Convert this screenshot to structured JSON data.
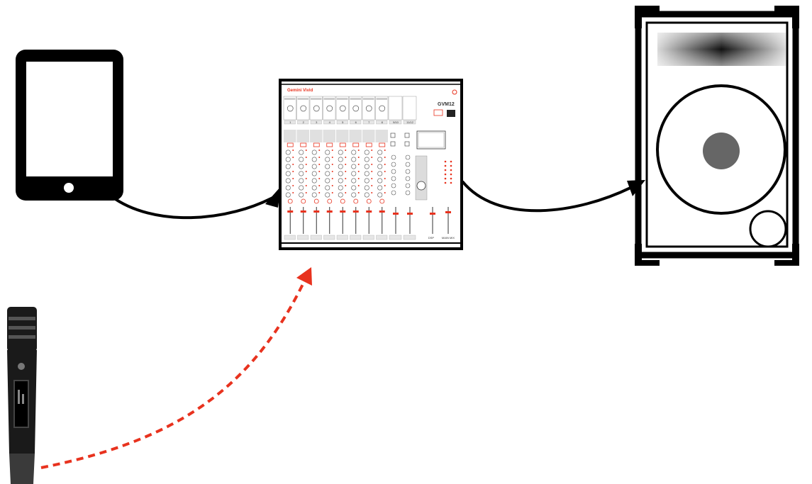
{
  "diagram": {
    "nodes": [
      {
        "id": "tablet",
        "kind": "tablet",
        "icon": "tablet-icon"
      },
      {
        "id": "mixer",
        "kind": "mixing-console",
        "icon": "mixer-icon"
      },
      {
        "id": "speaker",
        "kind": "loudspeaker",
        "icon": "speaker-icon"
      },
      {
        "id": "microphone",
        "kind": "wireless-microphone",
        "icon": "microphone-icon"
      }
    ],
    "connections": [
      {
        "from": "tablet",
        "to": "mixer",
        "style": "solid",
        "color": "#000000"
      },
      {
        "from": "mixer",
        "to": "speaker",
        "style": "solid",
        "color": "#000000"
      },
      {
        "from": "microphone",
        "to": "mixer",
        "style": "dashed",
        "color": "#e8321e"
      }
    ]
  },
  "mixer": {
    "brand": "Gemini Vivid",
    "model": "GVM12",
    "channels": [
      "1",
      "2",
      "3",
      "4",
      "5",
      "6",
      "7",
      "8"
    ],
    "stereo_labels": [
      "9/10",
      "11/12"
    ],
    "bus_labels": [
      "DSP",
      "MAIN MIX"
    ],
    "accent": "#e8321e"
  }
}
